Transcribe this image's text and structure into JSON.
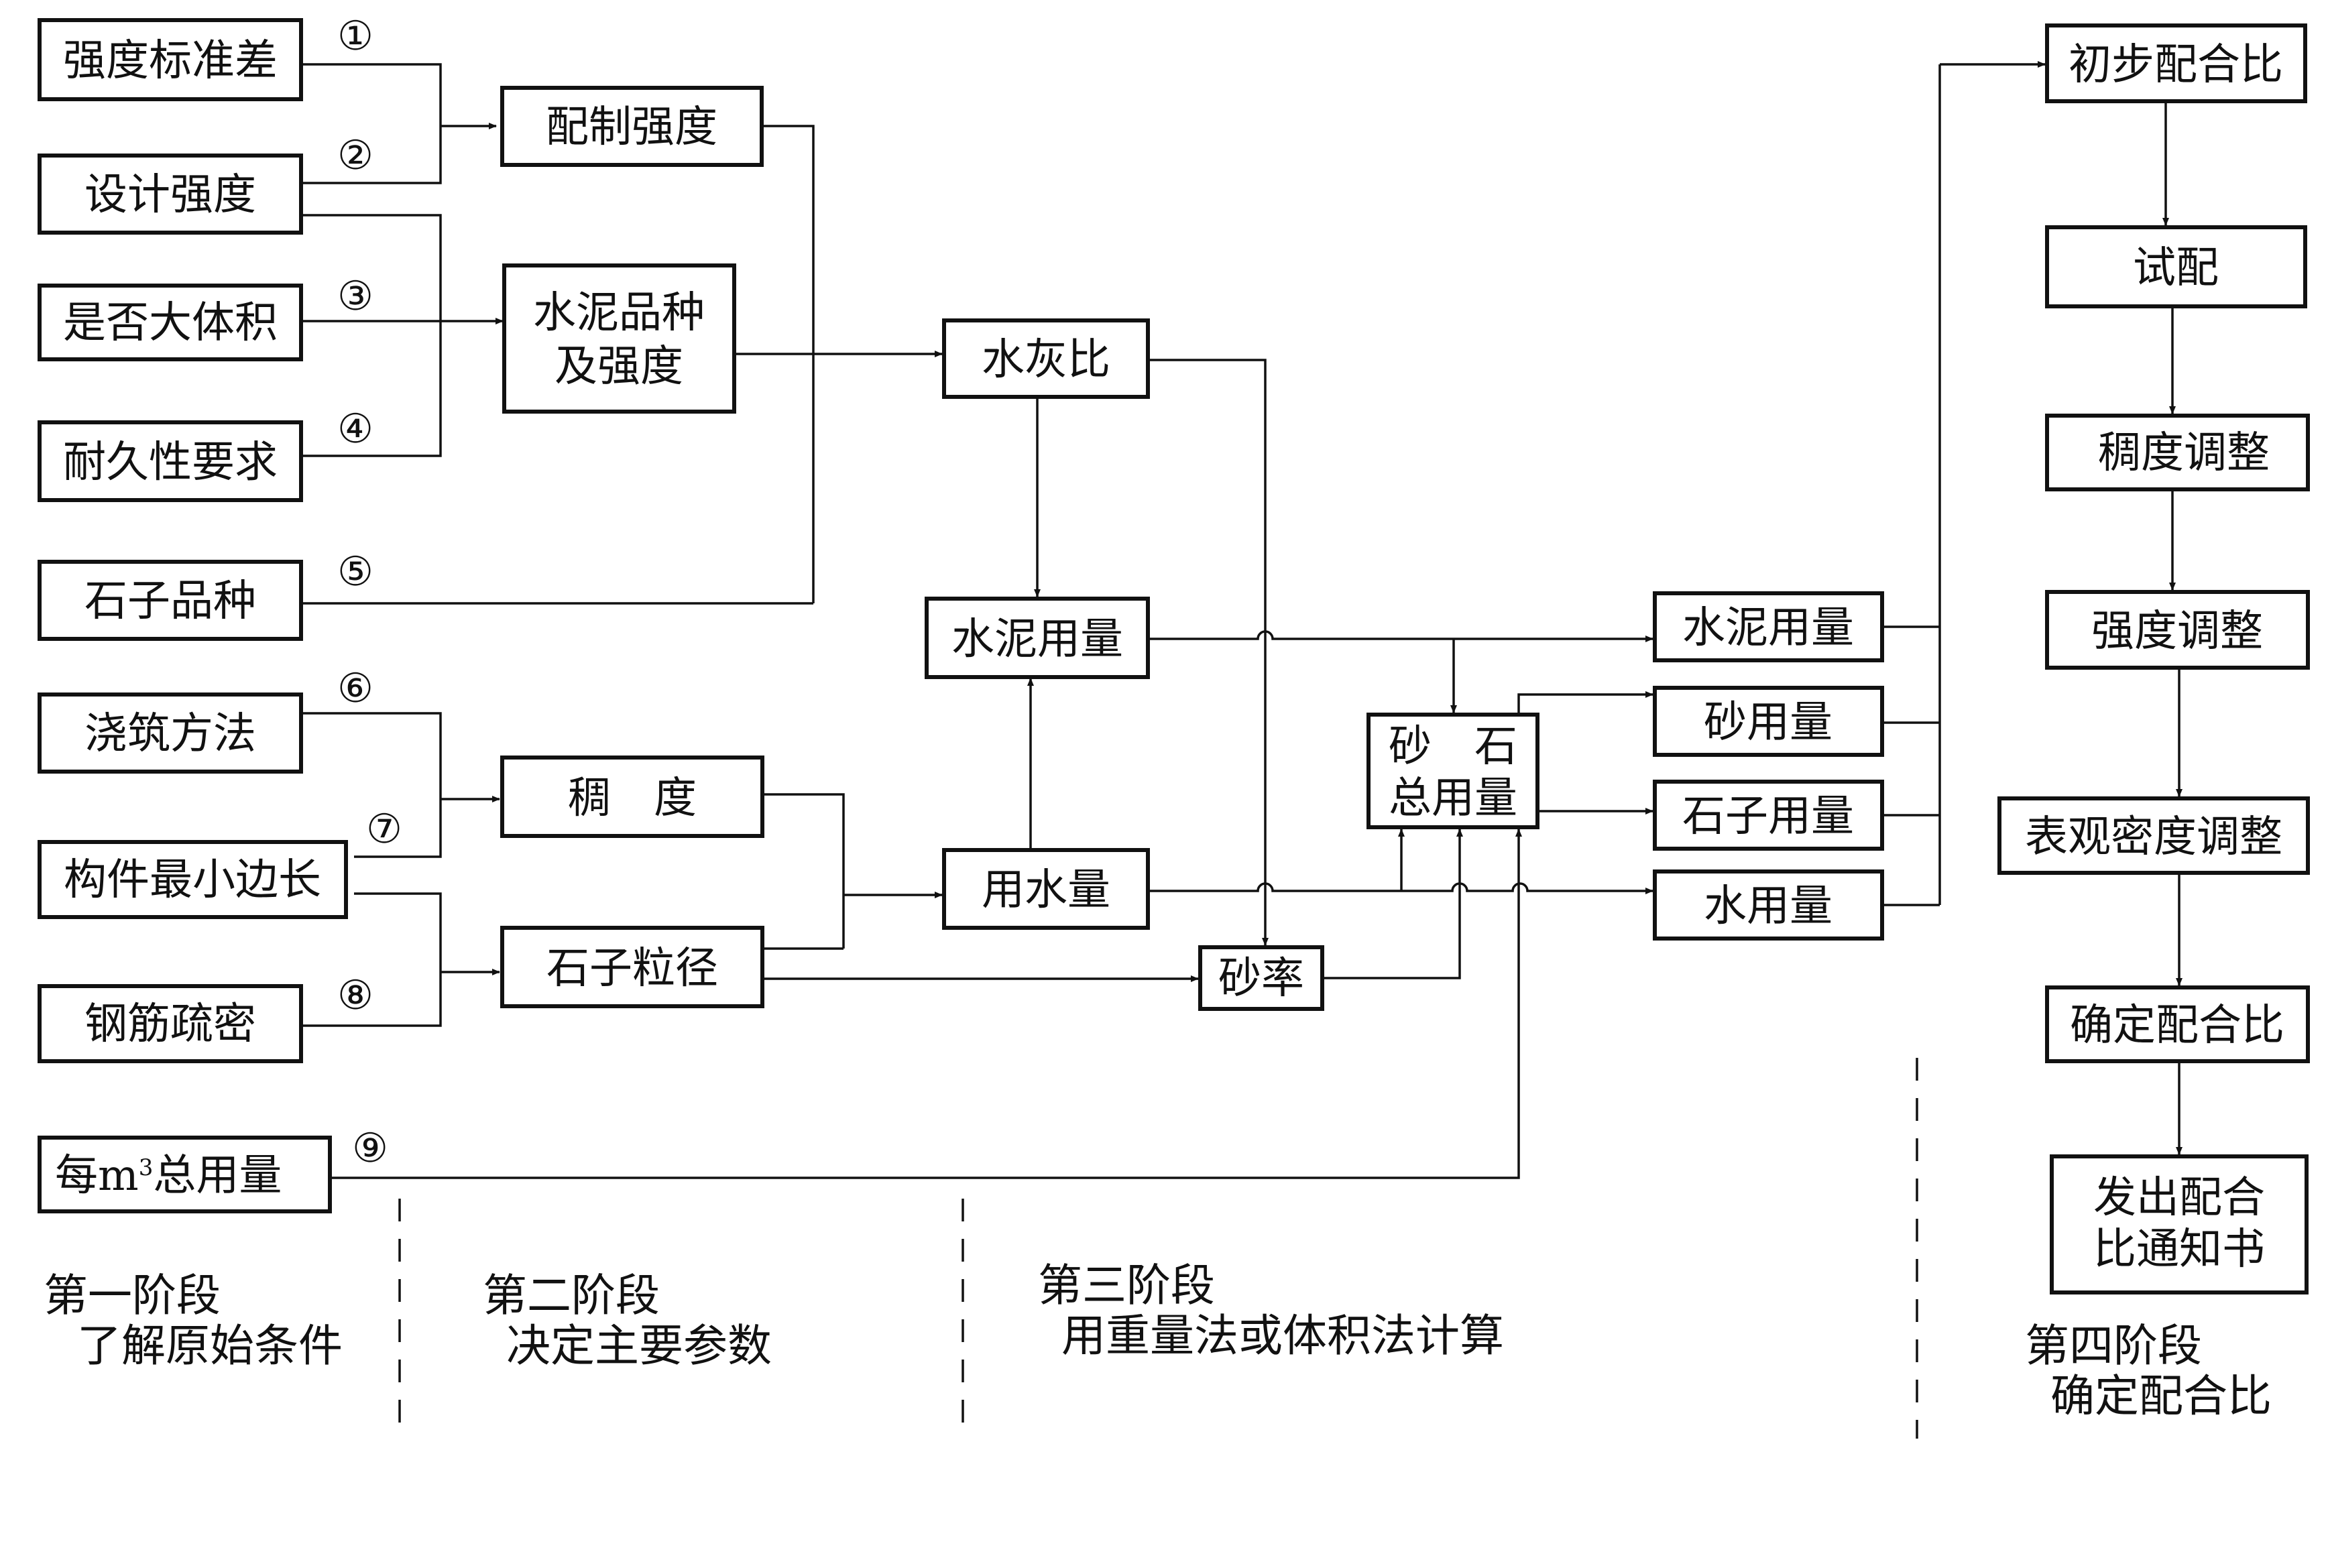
{
  "nodes": {
    "std_dev": "强度标准差",
    "design_strength": "设计强度",
    "mass_concrete": "是否大体积",
    "durability": "耐久性要求",
    "stone_type": "石子品种",
    "pour_method": "浇筑方法",
    "min_side": "构件最小边长",
    "rebar_density": "钢筋疏密",
    "total_per_m3_prefix": "每m",
    "total_per_m3_sup": "3",
    "total_per_m3_suffix": "总用量",
    "prep_strength": "配制强度",
    "cement_type_line1": "水泥品种",
    "cement_type_line2": "及强度",
    "consistency": "稠　度",
    "stone_size": "石子粒径",
    "wc_ratio": "水灰比",
    "cement_amount_calc": "水泥用量",
    "water_amount_calc": "用水量",
    "sand_ratio": "砂率",
    "sand_stone_total_line1": "砂　石",
    "sand_stone_total_line2": "总用量",
    "cement_amount": "水泥用量",
    "sand_amount": "砂用量",
    "stone_amount": "石子用量",
    "water_amount": "水用量",
    "initial_mix": "初步配合比",
    "trial_mix": "试配",
    "consistency_adjust": "稠度调整",
    "strength_adjust": "强度调整",
    "density_adjust": "表观密度调整",
    "final_mix": "确定配合比",
    "issue_notice_line1": "发出配合",
    "issue_notice_line2": "比通知书"
  },
  "numbers": [
    "①",
    "②",
    "③",
    "④",
    "⑤",
    "⑥",
    "⑦",
    "⑧",
    "⑨"
  ],
  "stages": [
    {
      "title": "第一阶段",
      "subtitle": "了解原始条件"
    },
    {
      "title": "第二阶段",
      "subtitle": "决定主要参数"
    },
    {
      "title": "第三阶段",
      "subtitle": "用重量法或体积法计算"
    },
    {
      "title": "第四阶段",
      "subtitle": "确定配合比"
    }
  ]
}
